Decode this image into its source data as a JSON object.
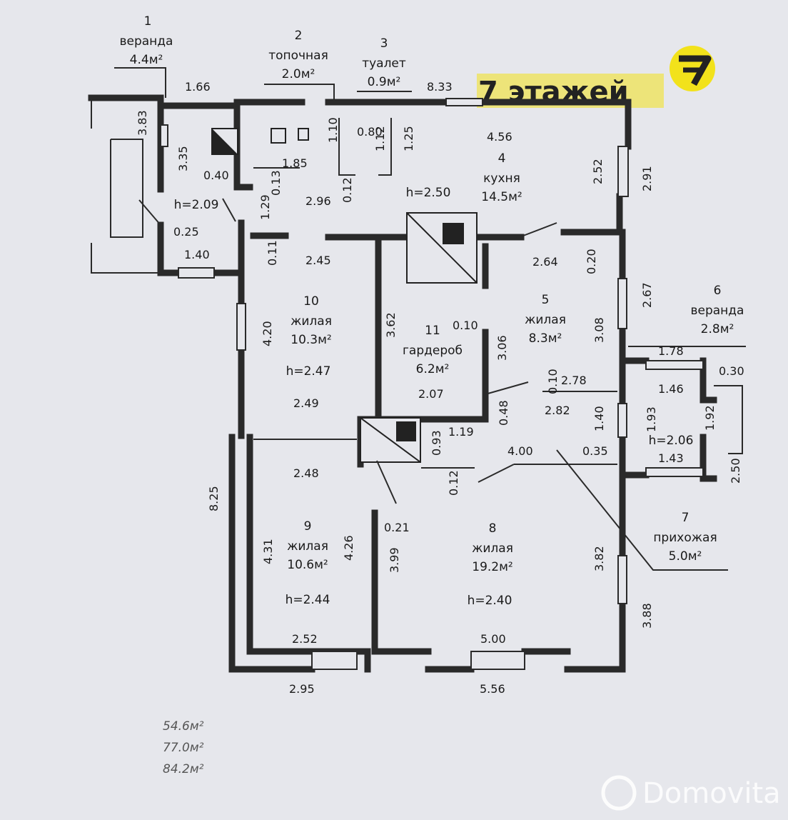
{
  "brand": {
    "title": "7 этажей",
    "logo_color": "#f2e21b",
    "title_highlight": "#f2e21b"
  },
  "watermark": {
    "text": "Domovita"
  },
  "rooms": [
    {
      "num": "1",
      "name": "веранда",
      "area": "4.4м²"
    },
    {
      "num": "2",
      "name": "топочная",
      "area": "2.0м²"
    },
    {
      "num": "3",
      "name": "туалет",
      "area": "0.9м²"
    },
    {
      "num": "4",
      "name": "кухня",
      "area": "14.5м²",
      "height": "h=2.50"
    },
    {
      "num": "5",
      "name": "жилая",
      "area": "8.3м²"
    },
    {
      "num": "6",
      "name": "веранда",
      "area": "2.8м²"
    },
    {
      "num": "7",
      "name": "прихожая",
      "area": "5.0м²"
    },
    {
      "num": "8",
      "name": "жилая",
      "area": "19.2м²",
      "height": "h=2.40"
    },
    {
      "num": "9",
      "name": "жилая",
      "area": "10.6м²",
      "height": "h=2.44"
    },
    {
      "num": "10",
      "name": "жилая",
      "area": "10.3м²",
      "height": "h=2.47"
    },
    {
      "num": "11",
      "name": "гардероб",
      "area": "6.2м²"
    }
  ],
  "heights": {
    "veranda1": "h=2.09",
    "veranda6": "h=2.06"
  },
  "dimensions": [
    "1.66",
    "3.83",
    "3.35",
    "0.40",
    "1.85",
    "1.10",
    "0.80",
    "1.12",
    "1.25",
    "8.33",
    "4.56",
    "2.52",
    "2.91",
    "0.13",
    "2.96",
    "0.12",
    "1.29",
    "0.25",
    "1.40",
    "0.11",
    "2.45",
    "2.64",
    "0.20",
    "2.67",
    "4.20",
    "3.62",
    "0.10",
    "3.06",
    "3.08",
    "1.78",
    "0.30",
    "1.46",
    "0.10",
    "2.78",
    "2.49",
    "2.07",
    "0.48",
    "2.82",
    "1.93",
    "1.92",
    "0.93",
    "1.19",
    "1.40",
    "1.43",
    "2.50",
    "4.00",
    "0.35",
    "2.48",
    "0.12",
    "8.25",
    "4.31",
    "4.26",
    "0.21",
    "3.99",
    "3.82",
    "3.88",
    "2.52",
    "5.00",
    "2.95",
    "5.56"
  ],
  "totals": [
    "54.6м²",
    "77.0м²",
    "84.2м²"
  ]
}
